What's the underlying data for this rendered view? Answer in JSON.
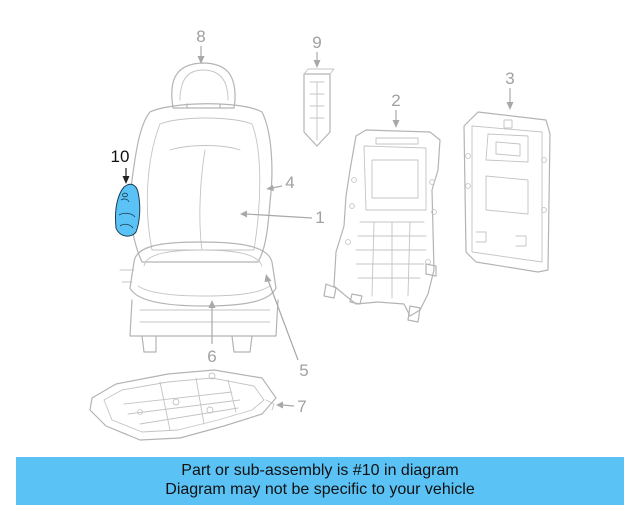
{
  "callouts": {
    "c1": "1",
    "c2": "2",
    "c3": "3",
    "c4": "4",
    "c5": "5",
    "c6": "6",
    "c7": "7",
    "c8": "8",
    "c9": "9",
    "c10": "10"
  },
  "banner": {
    "line1": "Part or sub-assembly is #10 in diagram",
    "line2": "Diagram may not be specific to your vehicle"
  },
  "colors": {
    "highlight_part": "#5bc2f5",
    "banner_background": "#5bc2f5",
    "line_art": "#b4b4b4"
  }
}
